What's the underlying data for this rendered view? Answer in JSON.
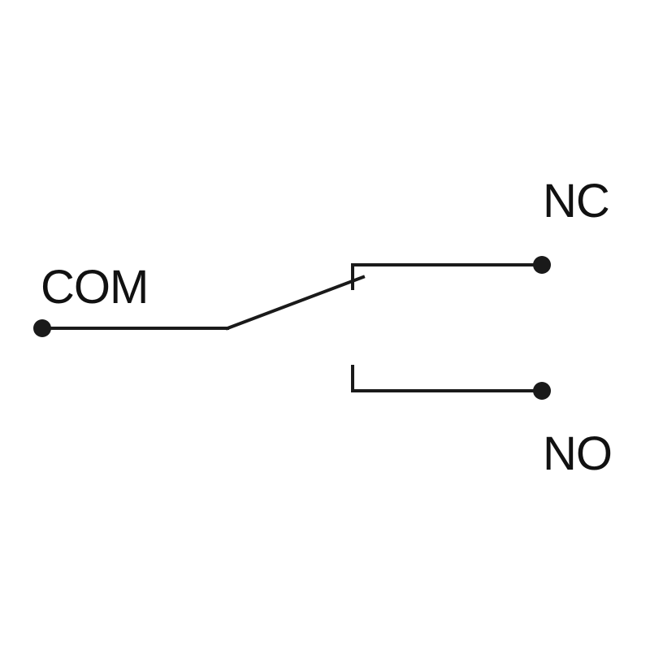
{
  "terminals": {
    "com": {
      "label": "COM"
    },
    "nc": {
      "label": "NC"
    },
    "no": {
      "label": "NO"
    }
  },
  "colors": {
    "ink": "#1a1a1a",
    "background": "#ffffff"
  }
}
